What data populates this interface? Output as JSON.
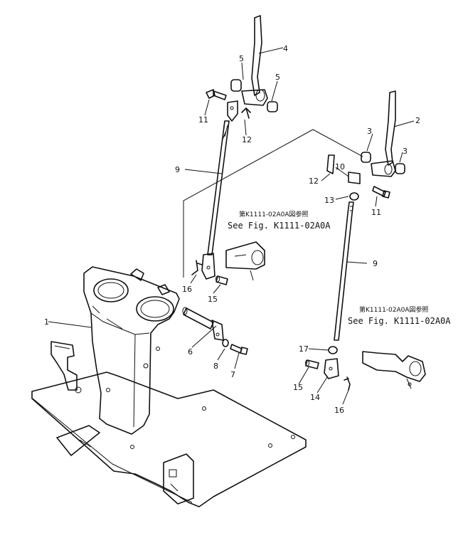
{
  "callouts": {
    "c1": "1",
    "c2": "2",
    "c3a": "3",
    "c3b": "3",
    "c4": "4",
    "c5a": "5",
    "c5b": "5",
    "c6": "6",
    "c7": "7",
    "c8": "8",
    "c9a": "9",
    "c9b": "9",
    "c10": "10",
    "c11a": "11",
    "c11b": "11",
    "c12a": "12",
    "c12b": "12",
    "c13": "13",
    "c14": "14",
    "c15a": "15",
    "c15b": "15",
    "c16a": "16",
    "c16b": "16",
    "c17": "17"
  },
  "references": {
    "upper_jp": "第K1111-02A0A図参照",
    "upper_en": "See Fig. K1111-02A0A",
    "lower_jp": "第K1111-02A0A図参照",
    "lower_en": "See Fig. K1111-02A0A"
  }
}
